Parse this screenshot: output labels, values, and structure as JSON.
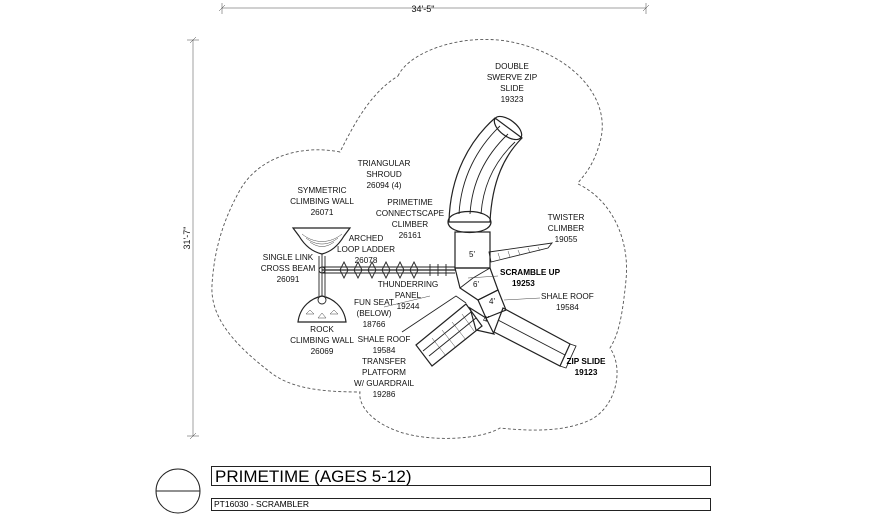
{
  "dimensions": {
    "width_label": "34'-5\"",
    "height_label": "31'-7\""
  },
  "labels": {
    "zip_slide_double": [
      "DOUBLE",
      "SWERVE ZIP",
      "SLIDE",
      "19323"
    ],
    "triangular_shroud": [
      "TRIANGULAR",
      "SHROUD",
      "26094 (4)"
    ],
    "symmetric_wall": [
      "SYMMETRIC",
      "CLIMBING WALL",
      "26071"
    ],
    "connectscape": [
      "PRIMETIME",
      "CONNECTSCAPE",
      "CLIMBER",
      "26161"
    ],
    "arched_ladder": [
      "ARCHED",
      "LOOP LADDER",
      "26078"
    ],
    "single_link": [
      "SINGLE LINK",
      "CROSS BEAM",
      "26091"
    ],
    "twister": [
      "TWISTER",
      "CLIMBER",
      "19055"
    ],
    "scramble_up": [
      "SCRAMBLE UP",
      "19253"
    ],
    "thunderring": [
      "THUNDERRING",
      "PANEL",
      "19244"
    ],
    "fun_seat": [
      "FUN SEAT",
      "(BELOW)",
      "18766"
    ],
    "shale_roof_right": [
      "SHALE ROOF",
      "19584"
    ],
    "rock_wall": [
      "ROCK",
      "CLIMBING WALL",
      "26069"
    ],
    "shale_roof_left": [
      "SHALE ROOF",
      "19584"
    ],
    "transfer_platform": [
      "TRANSFER",
      "PLATFORM",
      "W/ GUARDRAIL",
      "19286"
    ],
    "zip_slide": [
      "ZIP SLIDE",
      "19123"
    ]
  },
  "deck_heights": [
    "5'",
    "6'",
    "4'",
    "4'"
  ],
  "title_block": {
    "title": "PRIMETIME (AGES 5-12)",
    "subtitle": "PT16030 - SCRAMBLER"
  }
}
